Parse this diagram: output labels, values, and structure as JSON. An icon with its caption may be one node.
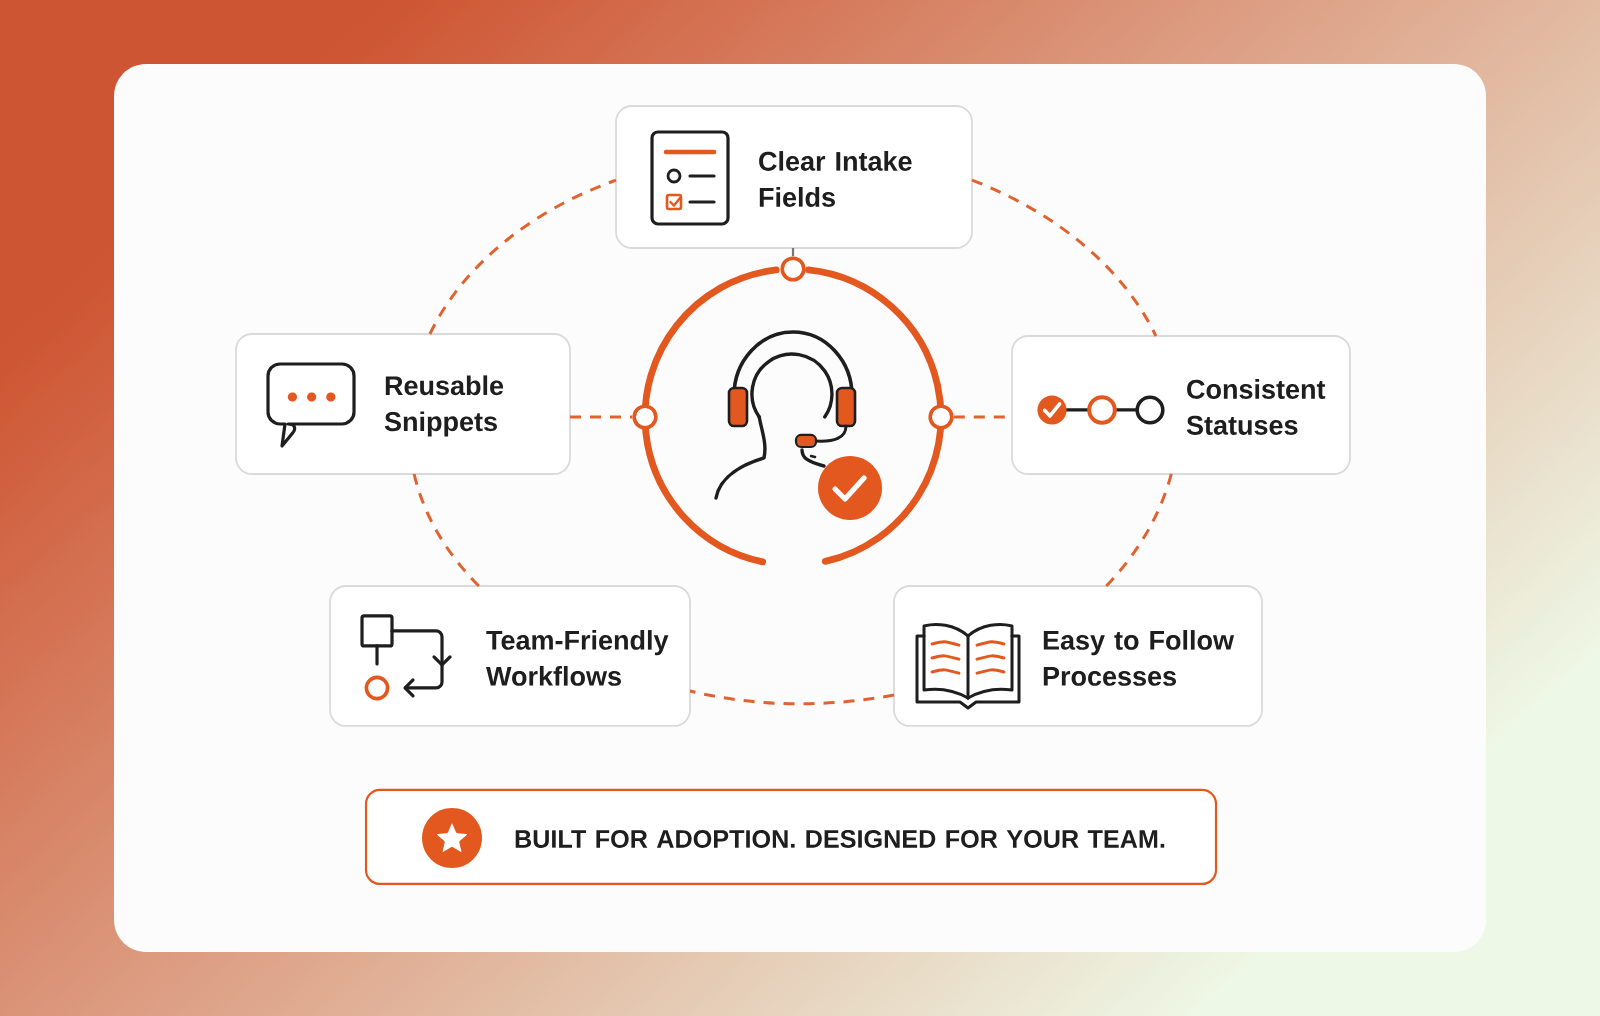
{
  "diagram": {
    "nodes": [
      {
        "text": [
          "Clear Intake Fields"
        ]
      },
      {
        "text": [
          "Reusable Snippets"
        ]
      },
      {
        "text": [],
        "shape": "circle"
      },
      {
        "text": [
          "Consistent Statuses"
        ]
      },
      {
        "text": [
          "Team-Friendly Workflows"
        ]
      },
      {
        "text": [
          "Easy to Follow Processes"
        ]
      },
      {
        "text": [
          "BUILT FOR ADOPTION. DESIGNED FOR YOUR TEAM."
        ]
      }
    ],
    "edges": [
      {
        "from": 0,
        "to": 2,
        "arrow": "none",
        "color": "#777777"
      },
      {
        "from": 1,
        "to": 2,
        "arrow": "none",
        "style": "dashed"
      },
      {
        "from": 2,
        "to": 3,
        "arrow": "none",
        "style": "dashed"
      },
      {
        "from": 0,
        "to": 3,
        "arrow": "none",
        "style": "dashed"
      },
      {
        "from": 3,
        "to": 5,
        "arrow": "none",
        "style": "dashed"
      },
      {
        "from": 5,
        "to": 4,
        "arrow": "none",
        "style": "dashed"
      },
      {
        "from": 4,
        "to": 1,
        "arrow": "none",
        "style": "dashed"
      },
      {
        "from": 1,
        "to": 0,
        "arrow": "none",
        "style": "dashed"
      }
    ]
  }
}
